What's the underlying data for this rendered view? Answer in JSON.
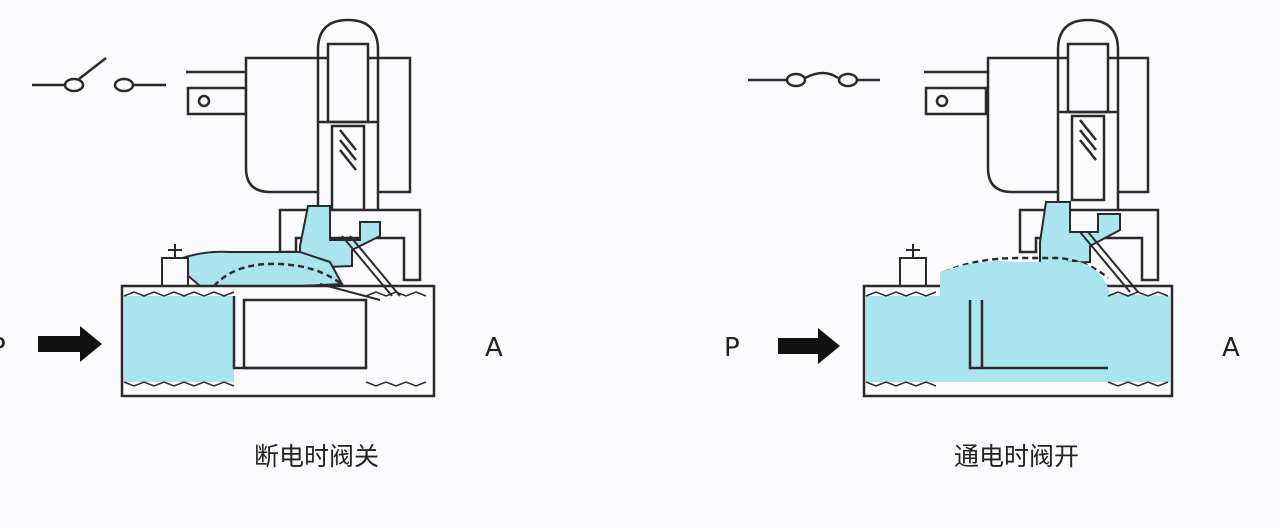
{
  "colors": {
    "background": "#fbfbfd",
    "water": "#a9e4ef",
    "water_dark": "#6fc8d8",
    "outline": "#2a2a2a",
    "arrow": "#111111"
  },
  "left_panel": {
    "state": "closed",
    "switch_state": "open",
    "inlet_label": "P",
    "outlet_label": "A",
    "caption": "断电时阀关"
  },
  "right_panel": {
    "state": "open",
    "switch_state": "closed",
    "inlet_label": "P",
    "outlet_label": "A",
    "caption": "通电时阀开"
  }
}
